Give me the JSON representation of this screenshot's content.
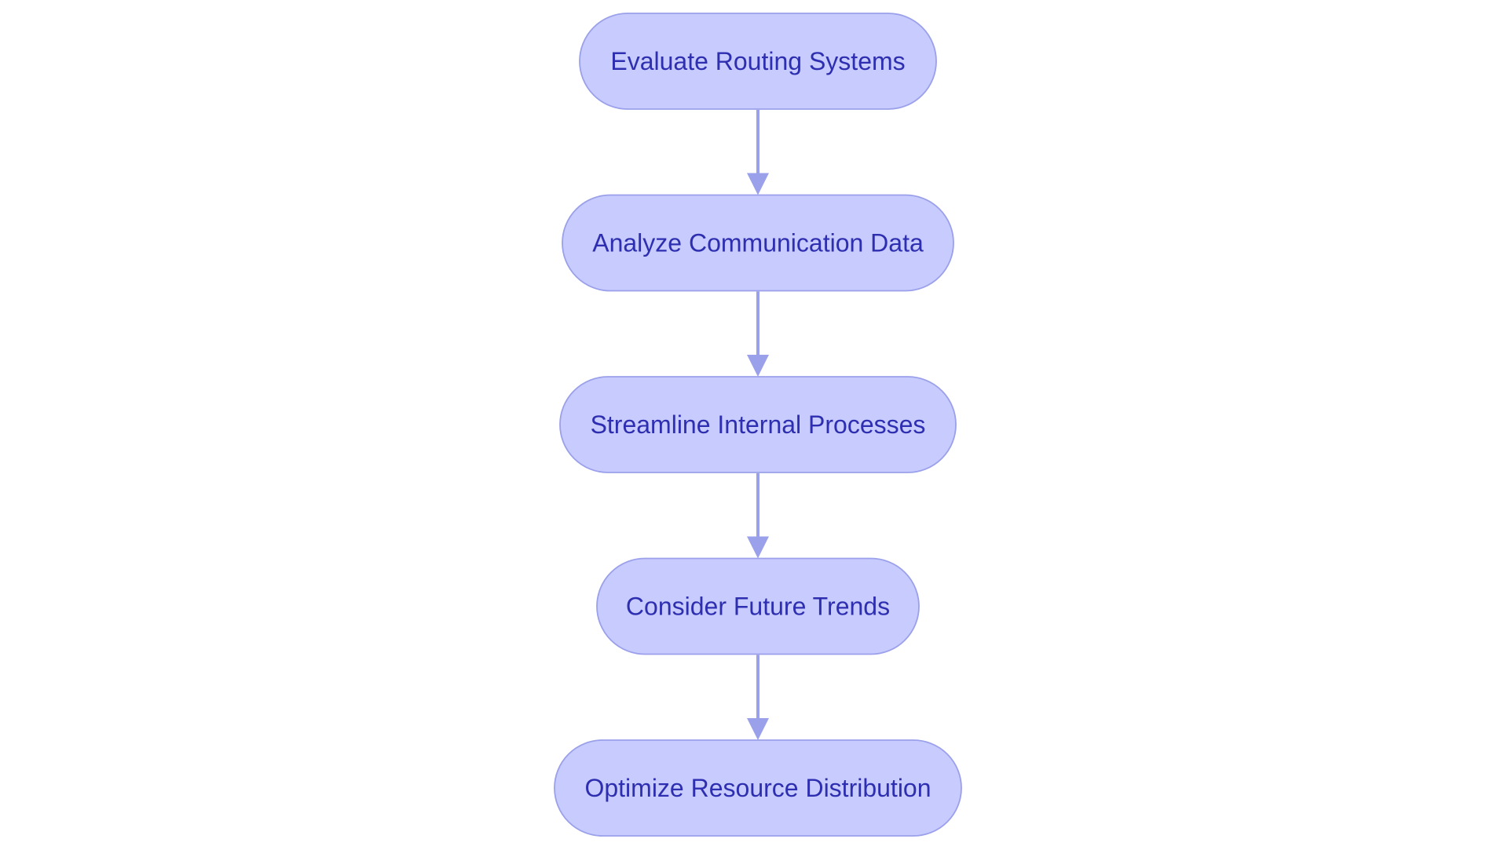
{
  "colors": {
    "node_fill": "#c8cbfe",
    "node_stroke": "#9aa0ea",
    "text": "#2e2fb0",
    "edge": "#9aa0ea",
    "background": "#ffffff"
  },
  "nodes": [
    {
      "id": "evaluate",
      "label": "Evaluate Routing Systems"
    },
    {
      "id": "analyze",
      "label": "Analyze Communication Data"
    },
    {
      "id": "streamline",
      "label": "Streamline Internal Processes"
    },
    {
      "id": "consider",
      "label": "Consider Future Trends"
    },
    {
      "id": "optimize",
      "label": "Optimize Resource Distribution"
    }
  ],
  "edges": [
    {
      "from": "evaluate",
      "to": "analyze"
    },
    {
      "from": "analyze",
      "to": "streamline"
    },
    {
      "from": "streamline",
      "to": "consider"
    },
    {
      "from": "consider",
      "to": "optimize"
    }
  ]
}
